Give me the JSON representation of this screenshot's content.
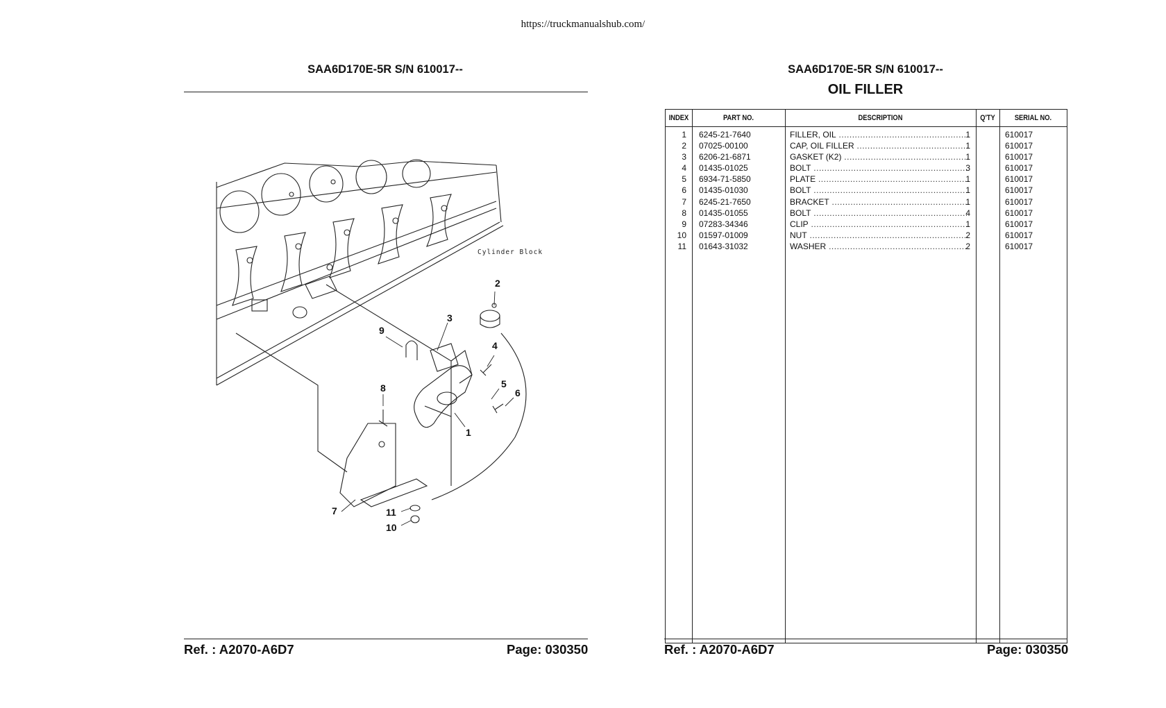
{
  "url": "https://truckmanualshub.com/",
  "left_page": {
    "model": "SAA6D170E-5R S/N 610017--",
    "diagram_label": "Cylinder Block",
    "callouts": [
      "1",
      "2",
      "3",
      "4",
      "5",
      "6",
      "7",
      "8",
      "9",
      "10",
      "11"
    ],
    "ref": "Ref. : A2070-A6D7",
    "page": "Page: 030350"
  },
  "right_page": {
    "model": "SAA6D170E-5R S/N 610017--",
    "title": "OIL FILLER",
    "headers": {
      "index": "INDEX",
      "part_no": "PART NO.",
      "description": "DESCRIPTION",
      "qty": "Q'TY",
      "serial": "SERIAL NO."
    },
    "rows": [
      {
        "index": "1",
        "part_no": "6245-21-7640",
        "description": "FILLER, OIL",
        "qty": "1",
        "serial": "610017"
      },
      {
        "index": "2",
        "part_no": "07025-00100",
        "description": "CAP, OIL FILLER",
        "qty": "1",
        "serial": "610017"
      },
      {
        "index": "3",
        "part_no": "6206-21-6871",
        "description": "GASKET (K2)",
        "qty": "1",
        "serial": "610017"
      },
      {
        "index": "4",
        "part_no": "01435-01025",
        "description": "BOLT",
        "qty": "3",
        "serial": "610017"
      },
      {
        "index": "5",
        "part_no": "6934-71-5850",
        "description": "PLATE",
        "qty": "1",
        "serial": "610017"
      },
      {
        "index": "6",
        "part_no": "01435-01030",
        "description": "BOLT",
        "qty": "1",
        "serial": "610017"
      },
      {
        "index": "7",
        "part_no": "6245-21-7650",
        "description": "BRACKET",
        "qty": "1",
        "serial": "610017"
      },
      {
        "index": "8",
        "part_no": "01435-01055",
        "description": "BOLT",
        "qty": "4",
        "serial": "610017"
      },
      {
        "index": "9",
        "part_no": "07283-34346",
        "description": "CLIP",
        "qty": "1",
        "serial": "610017"
      },
      {
        "index": "10",
        "part_no": "01597-01009",
        "description": "NUT",
        "qty": "2",
        "serial": "610017"
      },
      {
        "index": "11",
        "part_no": "01643-31032",
        "description": "WASHER",
        "qty": "2",
        "serial": "610017"
      }
    ],
    "ref": "Ref. : A2070-A6D7",
    "page": "Page: 030350"
  }
}
